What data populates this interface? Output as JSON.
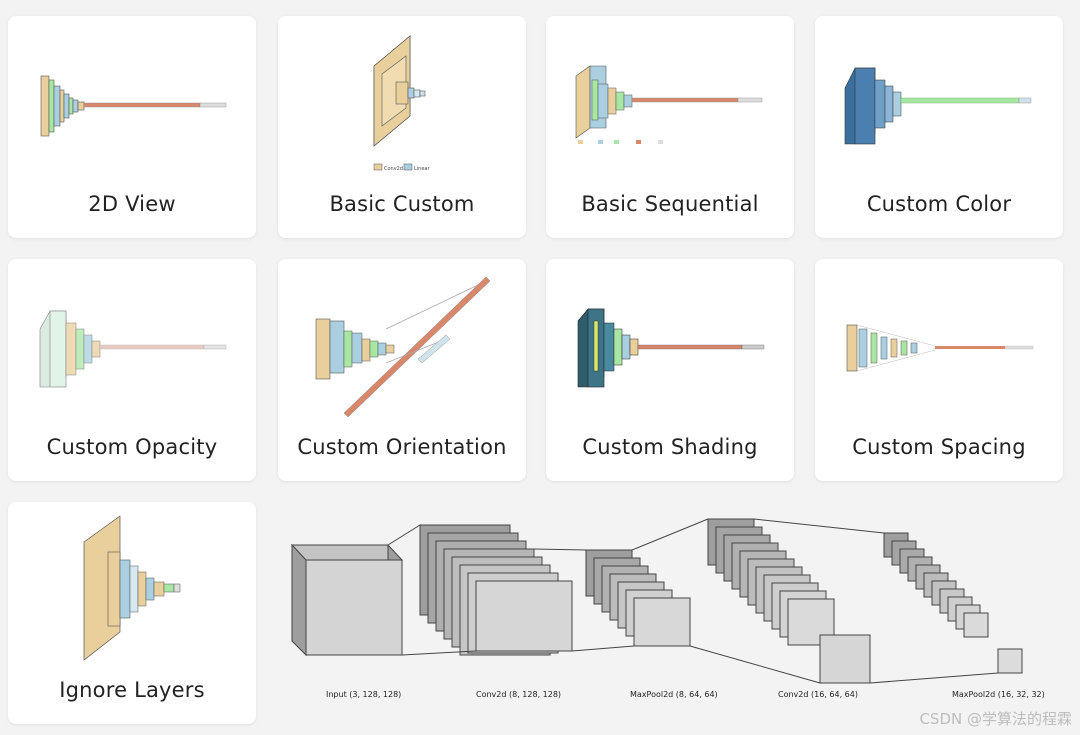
{
  "cards": [
    {
      "label": "2D View",
      "thumb_icon": "2d-view-network-icon"
    },
    {
      "label": "Basic Custom",
      "thumb_icon": "basic-custom-network-icon",
      "legend": [
        "Conv2d",
        "Linear"
      ]
    },
    {
      "label": "Basic Sequential",
      "thumb_icon": "basic-sequential-network-icon"
    },
    {
      "label": "Custom Color",
      "thumb_icon": "custom-color-network-icon"
    },
    {
      "label": "Custom Opacity",
      "thumb_icon": "custom-opacity-network-icon"
    },
    {
      "label": "Custom Orientation",
      "thumb_icon": "custom-orientation-network-icon"
    },
    {
      "label": "Custom Shading",
      "thumb_icon": "custom-shading-network-icon"
    },
    {
      "label": "Custom Spacing",
      "thumb_icon": "custom-spacing-network-icon"
    },
    {
      "label": "Ignore Layers",
      "thumb_icon": "ignore-layers-network-icon"
    }
  ],
  "diagram": {
    "labels": [
      "Input (3, 128, 128)",
      "Conv2d (8, 128, 128)",
      "MaxPool2d (8, 64, 64)",
      "Conv2d (16, 64, 64)",
      "MaxPool2d (16, 32, 32)"
    ]
  },
  "watermark": "CSDN @学算法的程霖",
  "colors": {
    "tan": "#e9cf9c",
    "blue": "#a9cfe0",
    "green": "#a8e6a3",
    "orange": "#d9876b",
    "gray": "#bdbdbd",
    "dark_blue": "#4a7fb0"
  }
}
